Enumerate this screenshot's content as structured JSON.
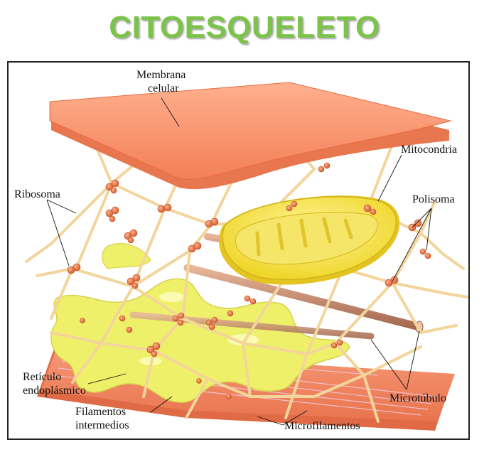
{
  "title": "CITOESQUELETO",
  "labels": {
    "membrana": [
      "Membrana",
      "celular"
    ],
    "mitocondria": "Mitocondria",
    "ribosoma": "Ribosoma",
    "polisoma": "Polisoma",
    "reticulo": [
      "Retículo",
      "endoplásmico"
    ],
    "filamentos": [
      "Filamentos",
      "intermedios"
    ],
    "microfilamentos": "Microfilamentos",
    "microtubulo": "Microtúbulo"
  },
  "colors": {
    "title": "#7cc34a",
    "membrane": "#f5946e",
    "filament": "#f3d59c",
    "er": "#eef06a",
    "mitochondria": "#f7e23a",
    "microtubule": "#c98e72",
    "ribosome": "#e76b3a"
  }
}
